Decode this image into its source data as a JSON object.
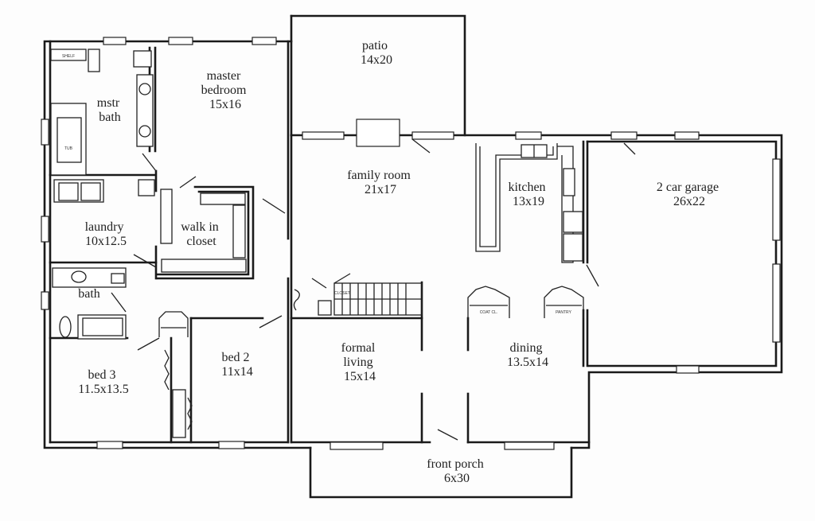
{
  "rooms": [
    {
      "id": "patio",
      "lines": [
        "patio",
        "14x20"
      ]
    },
    {
      "id": "master-bedroom",
      "lines": [
        "master",
        "bedroom",
        "15x16"
      ]
    },
    {
      "id": "mstr-bath",
      "lines": [
        "mstr",
        "bath"
      ]
    },
    {
      "id": "family-room",
      "lines": [
        "family room",
        "21x17"
      ]
    },
    {
      "id": "kitchen",
      "lines": [
        "kitchen",
        "13x19"
      ]
    },
    {
      "id": "garage",
      "lines": [
        "2 car garage",
        "26x22"
      ]
    },
    {
      "id": "walk-in-closet",
      "lines": [
        "walk in",
        "closet"
      ]
    },
    {
      "id": "laundry",
      "lines": [
        "laundry",
        "10x12.5"
      ]
    },
    {
      "id": "bath",
      "lines": [
        "bath"
      ]
    },
    {
      "id": "formal-living",
      "lines": [
        "formal",
        "living",
        "15x14"
      ]
    },
    {
      "id": "dining",
      "lines": [
        "dining",
        "13.5x14"
      ]
    },
    {
      "id": "bed-2",
      "lines": [
        "bed 2",
        "11x14"
      ]
    },
    {
      "id": "bed-3",
      "lines": [
        "bed 3",
        "11.5x13.5"
      ]
    },
    {
      "id": "front-porch",
      "lines": [
        "front porch",
        "6x30"
      ]
    }
  ]
}
